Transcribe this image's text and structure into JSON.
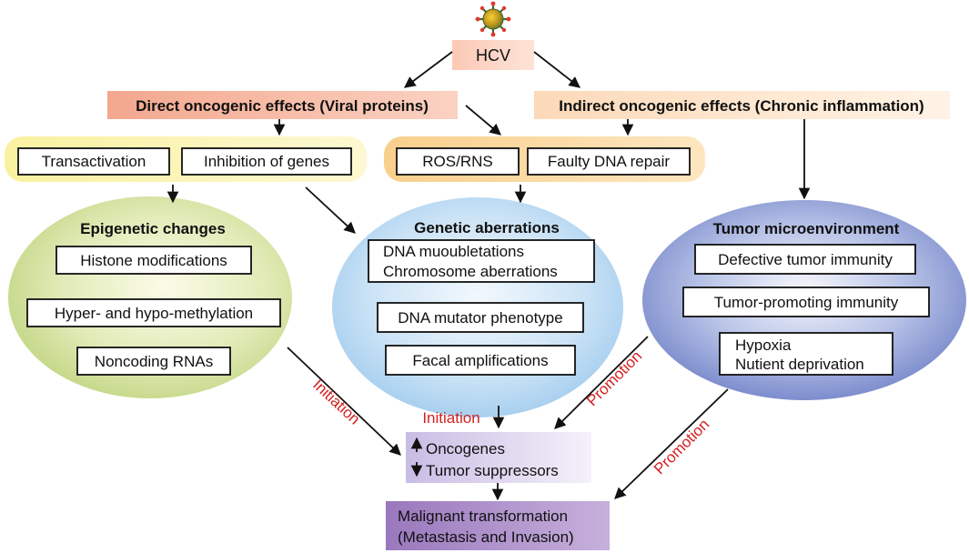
{
  "diagram": {
    "virus": {
      "label": "HCV",
      "icon": "virus-icon"
    },
    "direct_effects": {
      "label": "Direct oncogenic effects (Viral proteins)"
    },
    "indirect_effects": {
      "label": "Indirect oncogenic effects (Chronic inflammation)"
    },
    "left_group": {
      "items": [
        "Transactivation",
        "Inhibition of genes"
      ]
    },
    "right_group": {
      "items": [
        "ROS/RNS",
        "Faulty DNA repair"
      ]
    },
    "epigenetic": {
      "title": "Epigenetic changes",
      "items": [
        "Histone modifications",
        "Hyper- and hypo-methylation",
        "Noncoding RNAs"
      ]
    },
    "genetic": {
      "title": "Genetic aberrations",
      "items": [
        [
          "DNA muoubletations",
          "Chromosome aberrations"
        ],
        [
          "DNA mutator phenotype"
        ],
        [
          "Facal amplifications"
        ]
      ]
    },
    "tumor_env": {
      "title": "Tumor microenvironment",
      "items": [
        [
          "Defective tumor immunity"
        ],
        [
          "Tumor-promoting immunity"
        ],
        [
          "Hypoxia",
          "Nutient deprivation"
        ]
      ]
    },
    "oncogenes": {
      "up": "Oncogenes",
      "down": "Tumor suppressors"
    },
    "malignant": {
      "line1": "Malignant transformation",
      "line2": "(Metastasis and Invasion)"
    },
    "labels": {
      "initiation": "Initiation",
      "promotion": "Promotion"
    },
    "colors": {
      "direct_fill": "#f5b39c",
      "indirect_fill": "#fde3c8",
      "left_group_fill": "#fcf3b0",
      "right_group_fill": "#fcd9a3",
      "epigenetic_fill": "#c9dc8a",
      "genetic_fill": "#a9d2ef",
      "tumor_fill": "#7f93cf",
      "oncogenes_fill": "#ddd3ee",
      "malignant_fill": "#a07ec0",
      "label_red": "#d42020"
    }
  }
}
